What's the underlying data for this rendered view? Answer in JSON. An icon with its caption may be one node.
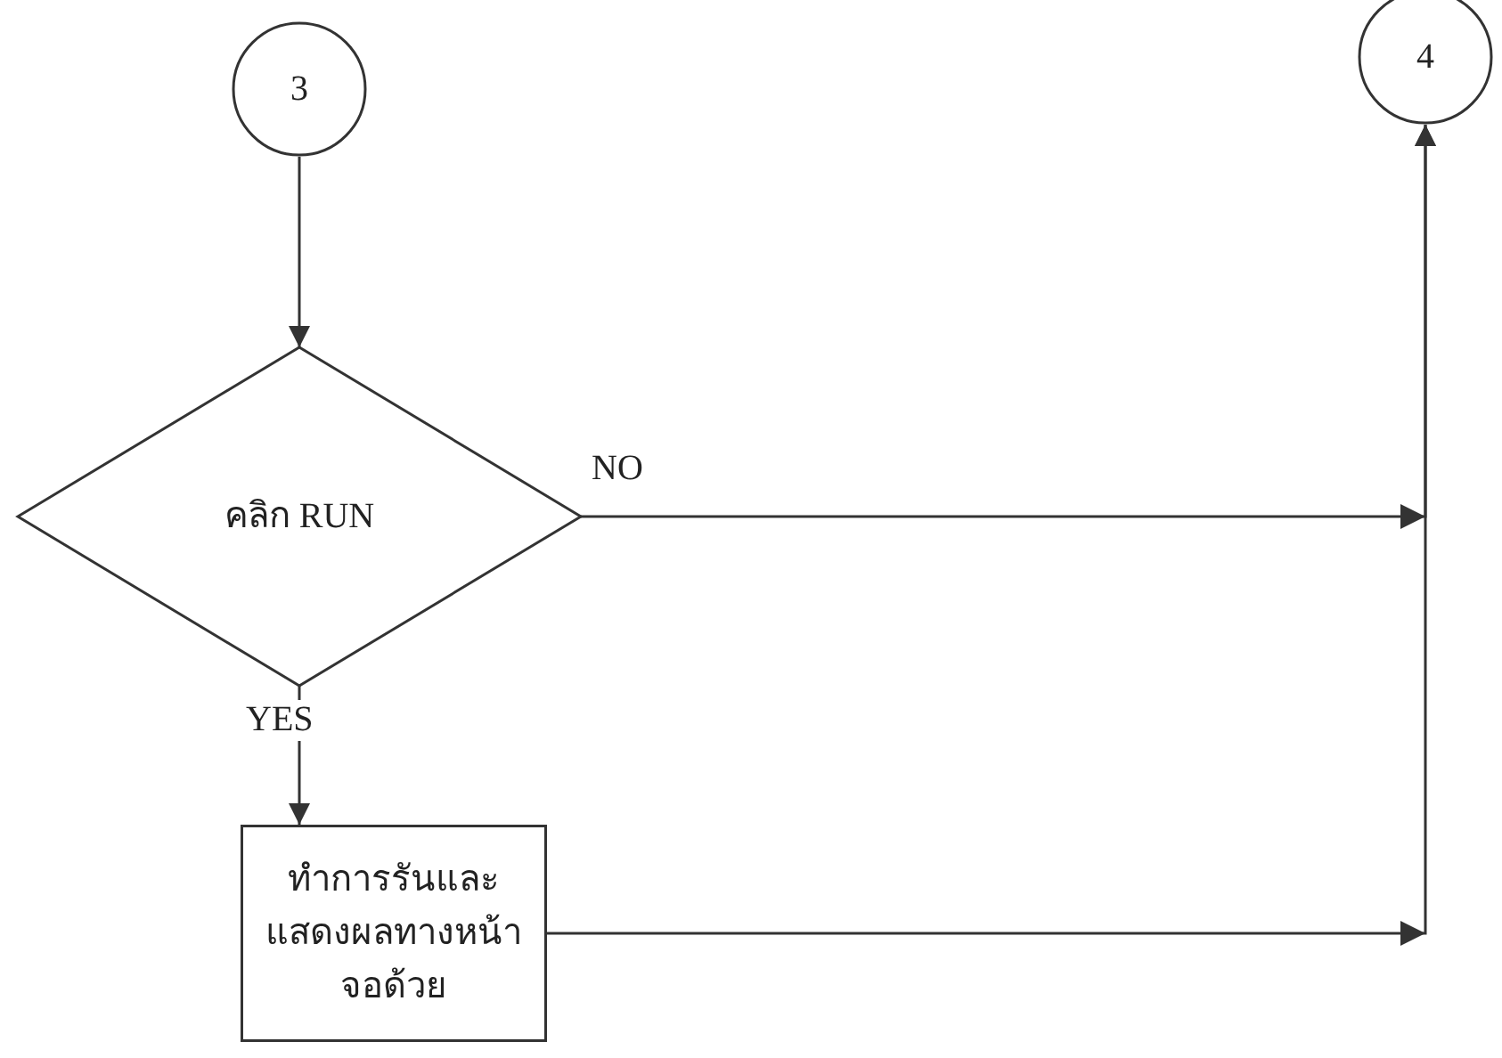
{
  "diagram": {
    "nodes": [
      {
        "text": [
          "3"
        ]
      },
      {
        "text": [
          "คลิก RUN"
        ]
      },
      {
        "text": [
          "ทำการรันและแสดงผลทางหน้าจอด้วย"
        ]
      },
      {
        "text": [
          "4"
        ]
      }
    ],
    "edges": [
      {
        "from": 0,
        "to": 1,
        "arrow": "to"
      },
      {
        "from": 1,
        "to": 3,
        "arrow": "to",
        "label": "NO"
      },
      {
        "from": 1,
        "to": 2,
        "arrow": "to",
        "label": "YES"
      },
      {
        "from": 2,
        "to": 3,
        "arrow": "to"
      }
    ]
  }
}
